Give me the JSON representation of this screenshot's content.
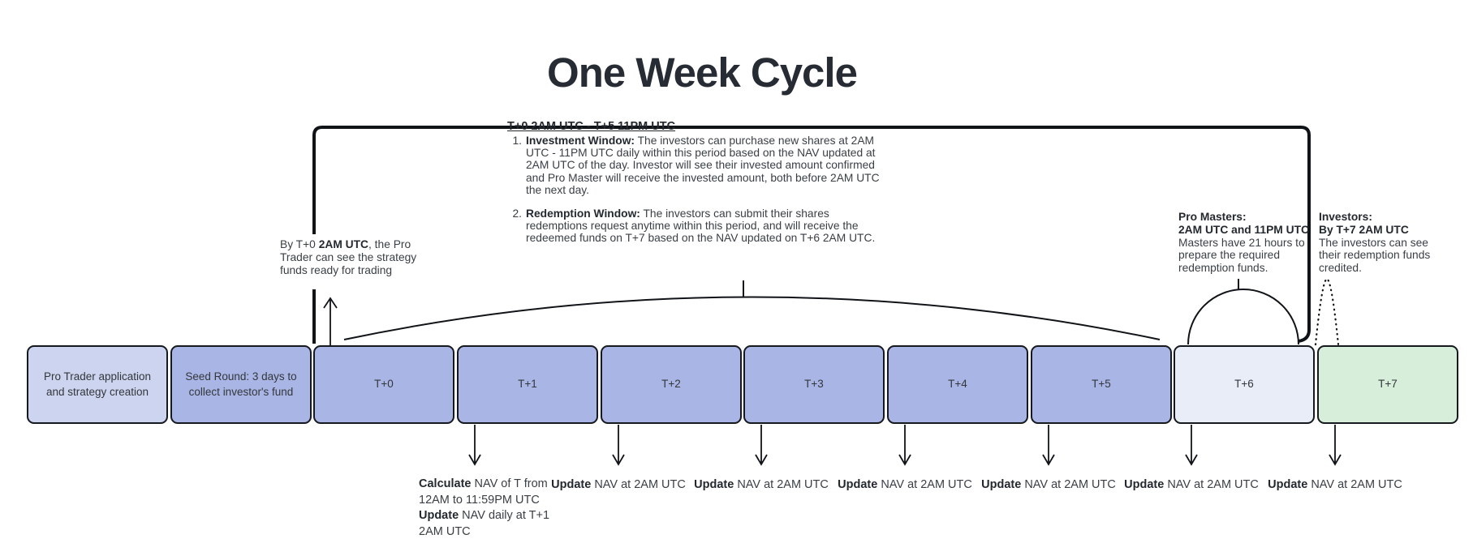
{
  "title": "One Week Cycle",
  "colors": {
    "box_intro": "#cdd4ef",
    "box_active": "#a9b5e4",
    "box_t6": "#e9edf8",
    "box_t7": "#d7eeda",
    "line": "#101317",
    "text": "#3a3f45"
  },
  "info_panel": {
    "heading": "T+0 2AM UTC - T+5 11PM UTC",
    "items": [
      {
        "number": "1.",
        "lines": [
          [
            {
              "t": "Investment Window:",
              "b": true
            },
            {
              "t": " The investors can purchase new shares at 2AM"
            }
          ],
          [
            {
              "t": "UTC - 11PM UTC daily within this period based on the NAV updated at"
            }
          ],
          [
            {
              "t": "2AM UTC of the day. Investor will see their invested amount confirmed"
            }
          ],
          [
            {
              "t": "and Pro Master will receive the invested amount, both before 2AM UTC"
            }
          ],
          [
            {
              "t": "the next day."
            }
          ]
        ]
      },
      {
        "number": "2.",
        "lines": [
          [
            {
              "t": "Redemption Window:",
              "b": true
            },
            {
              "t": " The investors can submit their shares"
            }
          ],
          [
            {
              "t": "redemptions request anytime within this period, and will receive the"
            }
          ],
          [
            {
              "t": "redeemed funds on T+7 based on the NAV updated on T+6 2AM UTC."
            }
          ]
        ]
      }
    ]
  },
  "annotations": {
    "pro_trader": {
      "lines": [
        [
          {
            "t": "By T+0 "
          },
          {
            "t": "2AM UTC",
            "b": true
          },
          {
            "t": ", the Pro"
          }
        ],
        [
          {
            "t": "Trader can see the strategy"
          }
        ],
        [
          {
            "t": "funds ready for trading"
          }
        ]
      ]
    },
    "pro_masters": {
      "lines": [
        [
          {
            "t": "Pro Masters:",
            "b": true
          }
        ],
        [
          {
            "t": "2AM UTC and 11PM UTC",
            "b": true
          }
        ],
        [
          {
            "t": "Masters have 21 hours to"
          }
        ],
        [
          {
            "t": "prepare the required"
          }
        ],
        [
          {
            "t": "redemption funds."
          }
        ]
      ]
    },
    "investors": {
      "lines": [
        [
          {
            "t": "Investors:",
            "b": true
          }
        ],
        [
          {
            "t": "By T+7 2AM UTC",
            "b": true
          }
        ],
        [
          {
            "t": "The investors can see"
          }
        ],
        [
          {
            "t": "their redemption funds"
          }
        ],
        [
          {
            "t": "credited."
          }
        ]
      ]
    }
  },
  "timeline": {
    "boxes": [
      {
        "label": "Pro Trader application and strategy creation",
        "color": "#cdd4ef"
      },
      {
        "label": "Seed Round: 3 days  to collect investor's fund",
        "color": "#a9b5e4"
      },
      {
        "label": "T+0",
        "color": "#a9b5e4"
      },
      {
        "label": "T+1",
        "color": "#a9b5e4"
      },
      {
        "label": "T+2",
        "color": "#a9b5e4"
      },
      {
        "label": "T+3",
        "color": "#a9b5e4"
      },
      {
        "label": "T+4",
        "color": "#a9b5e4"
      },
      {
        "label": "T+5",
        "color": "#a9b5e4"
      },
      {
        "label": "T+6",
        "color": "#e9edf8"
      },
      {
        "label": "T+7",
        "color": "#d7eeda"
      }
    ]
  },
  "nav_labels": [
    {
      "lines": [
        [
          {
            "t": "Calculate",
            "b": true
          },
          {
            "t": " NAV of T from"
          }
        ],
        [
          {
            "t": "12AM to 11:59PM UTC"
          }
        ],
        [
          {
            "t": "Update",
            "b": true
          },
          {
            "t": " NAV daily at T+1"
          }
        ],
        [
          {
            "t": "2AM UTC"
          }
        ]
      ]
    },
    {
      "lines": [
        [
          {
            "t": "Update",
            "b": true
          },
          {
            "t": " NAV at 2AM UTC"
          }
        ]
      ]
    },
    {
      "lines": [
        [
          {
            "t": "Update",
            "b": true
          },
          {
            "t": " NAV at 2AM UTC"
          }
        ]
      ]
    },
    {
      "lines": [
        [
          {
            "t": "Update",
            "b": true
          },
          {
            "t": " NAV at 2AM UTC"
          }
        ]
      ]
    },
    {
      "lines": [
        [
          {
            "t": "Update",
            "b": true
          },
          {
            "t": " NAV at 2AM UTC"
          }
        ]
      ]
    },
    {
      "lines": [
        [
          {
            "t": "Update",
            "b": true
          },
          {
            "t": " NAV at 2AM UTC"
          }
        ]
      ]
    },
    {
      "lines": [
        [
          {
            "t": "Update",
            "b": true
          },
          {
            "t": " NAV at 2AM UTC"
          }
        ]
      ]
    }
  ]
}
